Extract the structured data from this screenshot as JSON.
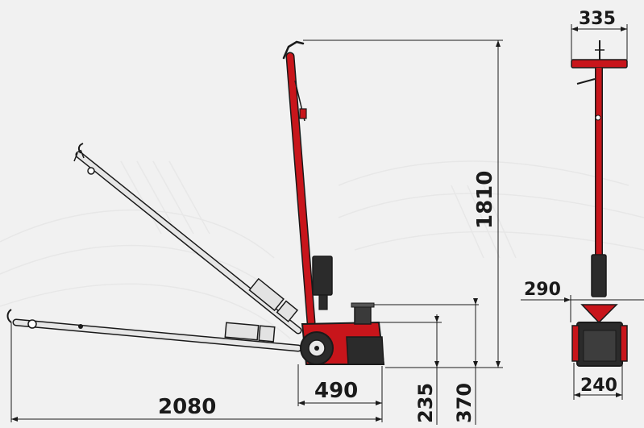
{
  "dimensions": {
    "total_length": "2080",
    "base_length": "490",
    "max_height": "1810",
    "saddle_height_min": "235",
    "saddle_height_mid": "370",
    "handle_width": "335",
    "front_width": "290",
    "wheel_track": "240"
  },
  "colors": {
    "frame": "#c8151b",
    "frame_dark": "#7d0c10",
    "body_dark": "#2b2b2b",
    "outline": "#1a1a1a",
    "ghost": "#d9d9d9",
    "background": "#f1f1f1"
  }
}
